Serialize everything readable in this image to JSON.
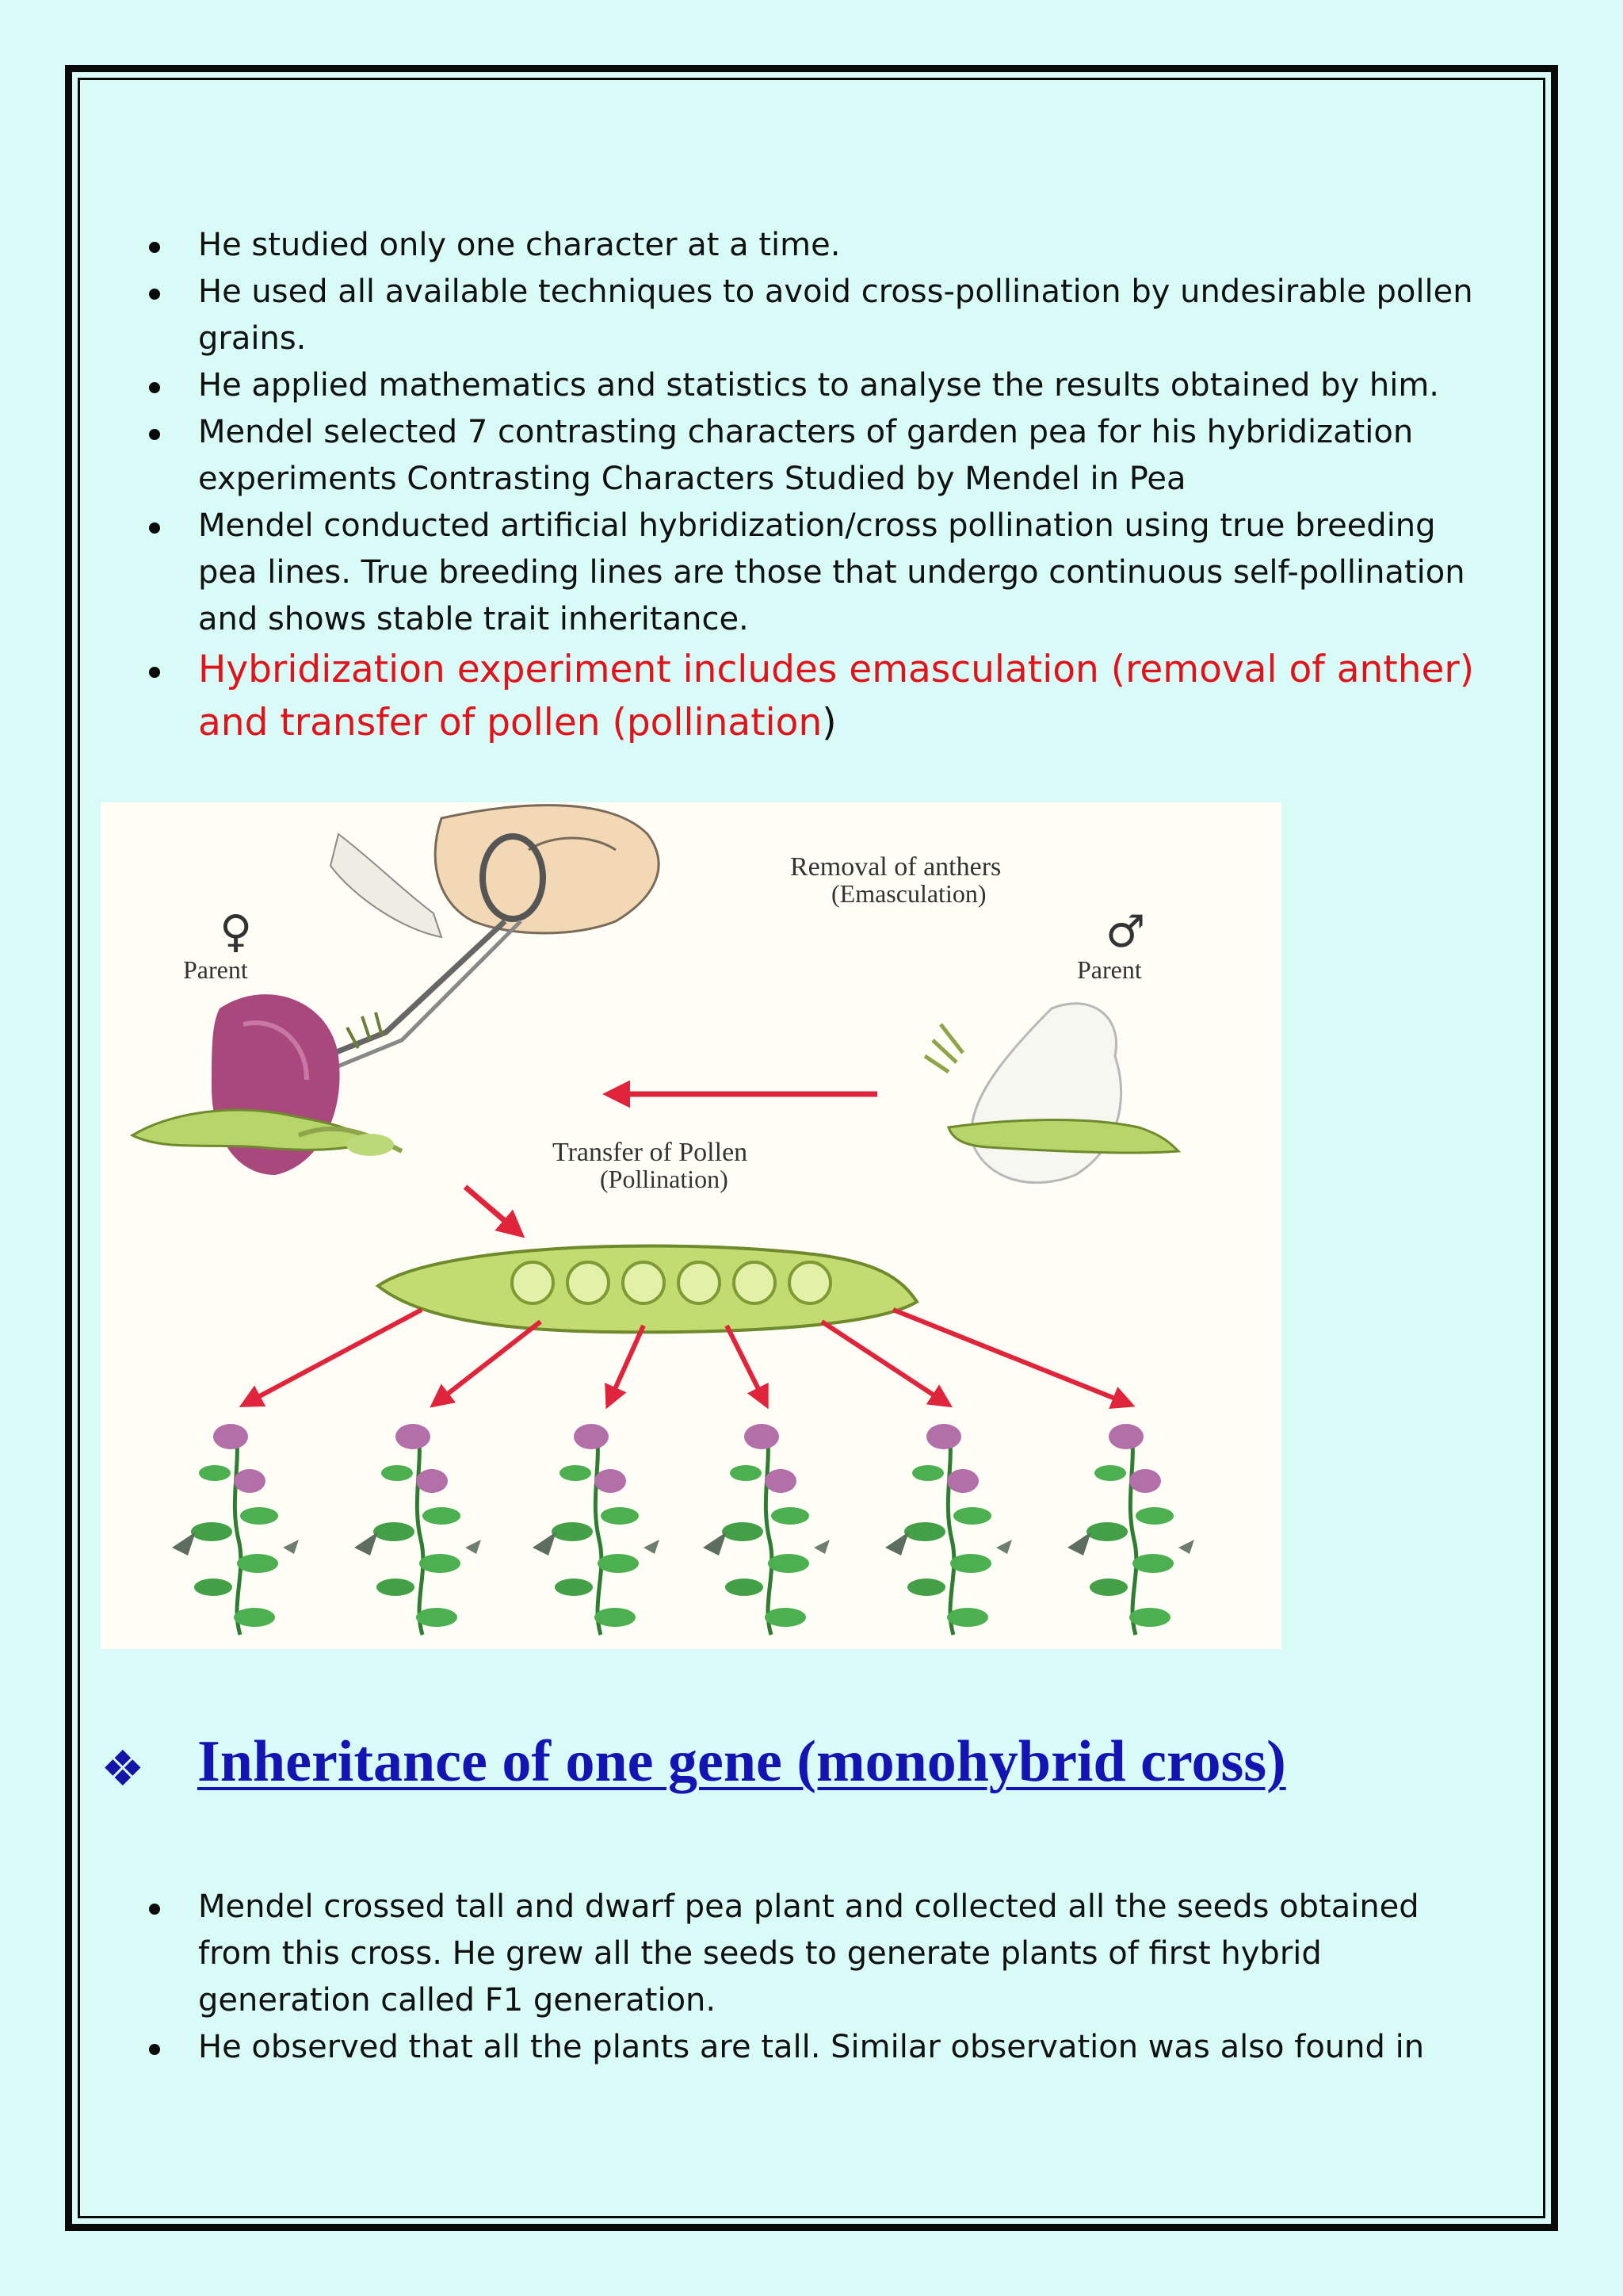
{
  "bullets_top": [
    {
      "text": "He studied only one character at a time."
    },
    {
      "text": "He used all available techniques to avoid cross-pollination by undesirable pollen grains."
    },
    {
      "text": "He applied mathematics and statistics to analyse the results obtained by him."
    },
    {
      "text": "Mendel selected 7 contrasting characters of garden pea for his hybridization experiments Contrasting Characters Studied by Mendel in Pea"
    },
    {
      "text": "Mendel conducted artificial hybridization/cross pollination using true breeding pea lines. True breeding lines are those that undergo continuous self-pollination and shows stable trait inheritance."
    }
  ],
  "highlight_bullet": {
    "text": "Hybridization experiment includes emasculation (removal of anther) and transfer of pollen (pollination",
    "tail": ")"
  },
  "figure": {
    "removal_label_1": "Removal of anthers",
    "removal_label_2": "(Emasculation)",
    "female_symbol": "♀",
    "male_symbol": "♂",
    "parent_left": "Parent",
    "parent_right": "Parent",
    "transfer_label_1": "Transfer of Pollen",
    "transfer_label_2": "(Pollination)"
  },
  "section": {
    "bullet_icon": "diamond-bullet-icon",
    "title": "Inheritance of one gene (monohybrid cross)"
  },
  "bullets_bottom": [
    {
      "text": "Mendel crossed tall and dwarf pea plant and collected all the seeds obtained from this cross. He grew all the seeds to generate plants of first hybrid generation called F1 generation."
    },
    {
      "text": "He observed that all the plants are tall. Similar observation was also found in"
    }
  ],
  "colors": {
    "page_background": "#d8fbf7",
    "highlight_text": "#e2121b",
    "heading_text": "#1414b4",
    "arrow": "#e0243b"
  }
}
